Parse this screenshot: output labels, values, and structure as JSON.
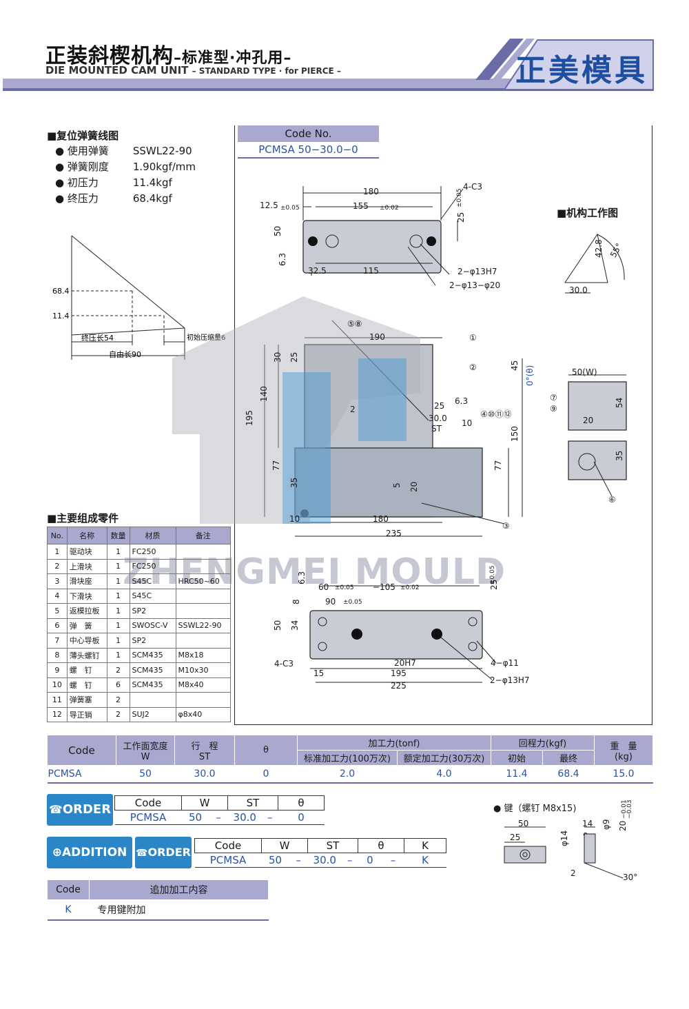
{
  "header": {
    "title_cn": "正装斜楔机构",
    "subtitle_cn": "–标准型·冲孔用–",
    "title_en": "DIE MOUNTED CAM UNIT",
    "subtitle_en": "– STANDARD TYPE · for PIERCE –",
    "brand": "正美模具"
  },
  "spring": {
    "title": "■复位弹簧线图",
    "rows": [
      {
        "label": "使用弹簧",
        "value": "SSWL22-90"
      },
      {
        "label": "弹簧刚度",
        "value": "1.90kgf/mm"
      },
      {
        "label": "初压力",
        "value": "11.4kgf"
      },
      {
        "label": "终压力",
        "value": "68.4kgf"
      }
    ],
    "chart": {
      "y_high": "68.4",
      "y_low": "11.4",
      "final_label": "终压长54",
      "free_label": "自由长90",
      "init_label": "初始压缩量6"
    }
  },
  "code_no": {
    "header": "Code No.",
    "value": "PCMSA 50−30.0−0"
  },
  "mechanism_title": "■机构工作图",
  "drawing_labels": {
    "top_view": [
      "180",
      "12.5",
      "±0.05",
      "155",
      "±0.02",
      "4-C3",
      "50",
      "25",
      "±0.05",
      "6.3",
      "32.5",
      "115",
      "2−φ13H7",
      "2−φ13−φ20"
    ],
    "angle_view": [
      "42.8",
      "55°",
      "30.0"
    ],
    "front_view": [
      "⑤⑧",
      "190",
      "①",
      "②",
      "45",
      "0°(θ)",
      "6.3",
      "30",
      "25",
      "140",
      "195",
      "2",
      "25",
      "30.0",
      "ST",
      "10",
      "④⑩⑪⑫",
      "150",
      "77",
      "77",
      "35",
      "5",
      "20",
      "10",
      "180",
      "235",
      "③"
    ],
    "side_view": [
      "50(W)",
      "⑦",
      "⑨",
      "20",
      "54",
      "35",
      "⑥"
    ],
    "bottom_view": [
      "60",
      "±0.05",
      "105",
      "±0.02",
      "25",
      "±0.05",
      "6.3",
      "8",
      "90",
      "±0.05",
      "50",
      "34",
      "4-C3",
      "20H7",
      "4−φ11",
      "15",
      "195",
      "225",
      "2−φ13H7"
    ],
    "key_view": [
      "50",
      "25",
      "14",
      "9",
      "φ9",
      "20",
      "−0.01",
      "−0.03",
      "φ14",
      "2",
      "30°"
    ]
  },
  "watermark": "ZHENGMEI MOULD",
  "parts": {
    "title": "■主要组成零件",
    "headers": [
      "No.",
      "名称",
      "数量",
      "材质",
      "备注"
    ],
    "rows": [
      [
        "1",
        "驱动块",
        "1",
        "FC250",
        ""
      ],
      [
        "2",
        "上滑块",
        "1",
        "FC250",
        ""
      ],
      [
        "3",
        "滑块座",
        "1",
        "S45C",
        "HRC50~60"
      ],
      [
        "4",
        "下滑块",
        "1",
        "S45C",
        ""
      ],
      [
        "5",
        "返模拉板",
        "1",
        "SP2",
        ""
      ],
      [
        "6",
        "弹　簧",
        "1",
        "SWOSC-V",
        "SSWL22-90"
      ],
      [
        "7",
        "中心导板",
        "1",
        "SP2",
        ""
      ],
      [
        "8",
        "薄头螺钉",
        "1",
        "SCM435",
        "M8x18"
      ],
      [
        "9",
        "螺　钉",
        "2",
        "SCM435",
        "M10x30"
      ],
      [
        "10",
        "螺　钉",
        "6",
        "SCM435",
        "M8x40"
      ],
      [
        "11",
        "弹簧塞",
        "2",
        "",
        ""
      ],
      [
        "12",
        "导正销",
        "2",
        "SUJ2",
        "φ8x40"
      ]
    ]
  },
  "spec": {
    "h_code": "Code",
    "h_width": "工作面宽度",
    "h_width_sub": "W",
    "h_stroke": "行　程",
    "h_stroke_sub": "ST",
    "h_theta": "θ",
    "h_force": "加工力(tonf)",
    "h_force_std": "标准加工力(100万次)",
    "h_force_rated": "额定加工力(30万次)",
    "h_return": "回程力(kgf)",
    "h_return_init": "初始",
    "h_return_final": "最终",
    "h_weight": "重　量",
    "h_weight_sub": "(kg)",
    "row": [
      "PCMSA",
      "50",
      "30.0",
      "0",
      "2.0",
      "4.0",
      "11.4",
      "68.4",
      "15.0"
    ]
  },
  "order": {
    "label": "ORDER",
    "headers": [
      "Code",
      "W",
      "ST",
      "θ"
    ],
    "values": [
      "PCMSA",
      "50",
      "–",
      "30.0",
      "–",
      "0"
    ]
  },
  "key": {
    "title": "● 键（螺钉 M8x15)"
  },
  "addition_order": {
    "addition_label": "ADDITION",
    "order_label": "ORDER",
    "headers": [
      "Code",
      "W",
      "ST",
      "θ",
      "K"
    ],
    "values": [
      "PCMSA",
      "50",
      "–",
      "30.0",
      "–",
      "0",
      "–",
      "K"
    ]
  },
  "addition_table": {
    "headers": [
      "Code",
      "追加加工内容"
    ],
    "rows": [
      [
        "K",
        "专用键附加"
      ]
    ]
  }
}
